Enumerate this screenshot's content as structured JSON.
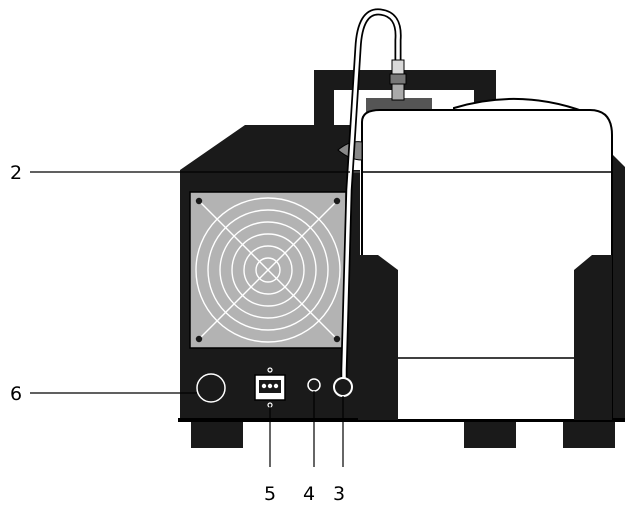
{
  "callouts": {
    "c2": "2",
    "c3": "3",
    "c4": "4",
    "c5": "5",
    "c6": "6"
  },
  "colors": {
    "ink": "#000000",
    "dark_body": "#1a1a1a",
    "fan_grille": "#b3b3b3",
    "paper": "#ffffff"
  }
}
